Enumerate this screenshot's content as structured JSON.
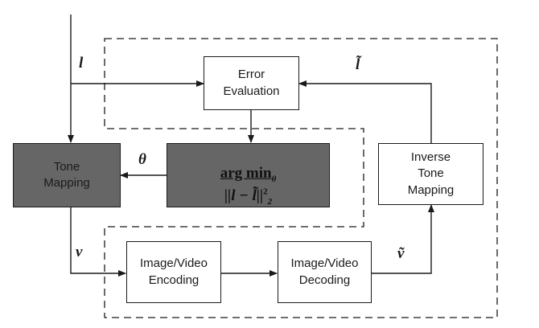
{
  "nodes": {
    "error_evaluation": {
      "label": "Error\nEvaluation"
    },
    "tone_mapping": {
      "label": "Tone\nMapping",
      "fill": "#666666"
    },
    "optimizer": {
      "fill": "#666666",
      "formula": {
        "op": "arg min",
        "subscript": "θ",
        "expr": "||l − l̃||",
        "power": "2",
        "norm_index": "2"
      }
    },
    "inverse_tone_mapping": {
      "label": "Inverse\nTone\nMapping"
    },
    "encoding": {
      "label": "Image/Video\nEncoding"
    },
    "decoding": {
      "label": "Image/Video\nDecoding"
    }
  },
  "edge_labels": {
    "input": "l",
    "reconstructed": "l̃",
    "params": "θ",
    "tone_mapped": "v",
    "decoded": "ṽ"
  },
  "edges": [
    {
      "from": "input",
      "to": "error_evaluation",
      "label": "l"
    },
    {
      "from": "input",
      "to": "tone_mapping",
      "label": "l"
    },
    {
      "from": "error_evaluation",
      "to": "optimizer"
    },
    {
      "from": "optimizer",
      "to": "tone_mapping",
      "label": "θ"
    },
    {
      "from": "tone_mapping",
      "to": "encoding",
      "label": "v"
    },
    {
      "from": "encoding",
      "to": "decoding"
    },
    {
      "from": "decoding",
      "to": "inverse_tone_mapping",
      "label": "ṽ"
    },
    {
      "from": "inverse_tone_mapping",
      "to": "error_evaluation",
      "label": "l̃"
    }
  ],
  "colors": {
    "stroke": "#1a1a1a",
    "dark_fill": "#666666",
    "background": "#ffffff"
  }
}
